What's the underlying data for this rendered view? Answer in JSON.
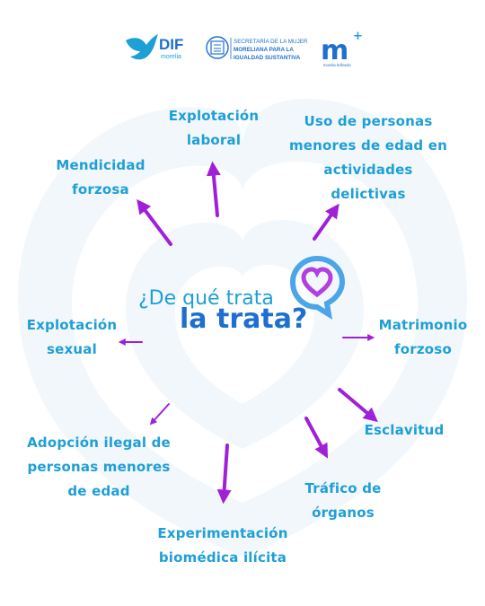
{
  "logos": {
    "dif_main": "DIF",
    "dif_sub": "morelia",
    "secretaria_line1": "SECRETARÍA DE LA MUJER",
    "secretaria_line2": "MORELIANA PARA LA",
    "secretaria_line3": "IGUALDAD SUSTANTIVA",
    "m_logo": "m",
    "m_plus": "+",
    "m_sub": "morelia brillando"
  },
  "center": {
    "line1": "¿De qué trata",
    "line2": "la trata?"
  },
  "items": {
    "explotacion_laboral": [
      "Explotación",
      "laboral"
    ],
    "uso_menores": [
      "Uso de personas",
      "menores de edad en",
      "actividades",
      "delictivas"
    ],
    "mendicidad": [
      "Mendicidad",
      "forzosa"
    ],
    "explotacion_sexual": [
      "Explotación",
      "sexual"
    ],
    "matrimonio": [
      "Matrimonio",
      "forzoso"
    ],
    "esclavitud": [
      "Esclavitud"
    ],
    "adopcion": [
      "Adopción ilegal de",
      "personas menores",
      "de edad"
    ],
    "trafico": [
      "Tráfico de",
      "órganos"
    ],
    "experimentacion": [
      "Experimentación",
      "biomédica ilícita"
    ]
  },
  "colors": {
    "text_blue": "#1e9fd6",
    "title_blue": "#1e6fd0",
    "arrow_purple": "#a020d8",
    "bg_heart": "#eef4fb"
  }
}
